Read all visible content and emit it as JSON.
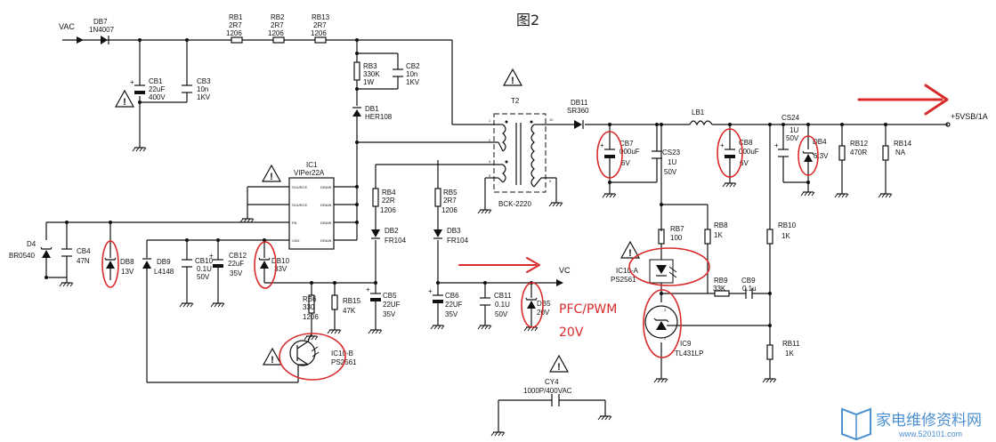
{
  "diagram": {
    "title": "图2",
    "input_label": "VAC",
    "output_label": "+5VSB/1A",
    "vc_label": "VC",
    "annotations": {
      "pfc_pwm": "PFC/PWM",
      "voltage": "20V"
    },
    "colors": {
      "annotation": "#d92b2b",
      "line": "#111111",
      "watermark": "#4a8fd0"
    },
    "watermark": {
      "main": "家电维修资料网",
      "sub": "www.520101.com"
    },
    "components": {
      "db7": [
        "DB7",
        "1N4007"
      ],
      "rb1": [
        "RB1",
        "2R7",
        "1206"
      ],
      "rb2": [
        "RB2",
        "2R7",
        "1206"
      ],
      "rb13": [
        "RB13",
        "2R7",
        "1206"
      ],
      "cb1": [
        "CB1",
        "22uF",
        "400V"
      ],
      "cb3": [
        "CB3",
        "10n",
        "1KV"
      ],
      "rb3": [
        "RB3",
        "330K",
        "1W"
      ],
      "cb2": [
        "CB2",
        "10n",
        "1KV"
      ],
      "db1": [
        "DB1",
        "HER108"
      ],
      "t2": [
        "T2",
        "BCK-2220"
      ],
      "db11": [
        "DB11",
        "SR360"
      ],
      "cb7": [
        "CB7",
        "000uF",
        "6V"
      ],
      "cs23": [
        "CS23",
        "1U",
        "50V"
      ],
      "lb1": [
        "LB1"
      ],
      "cb8": [
        "CB8",
        "000uF",
        "6V"
      ],
      "cs24": [
        "CS24",
        "1U",
        "50V"
      ],
      "db4": [
        "DB4",
        "6.3V"
      ],
      "rb12": [
        "RB12",
        "470R"
      ],
      "rb14": [
        "RB14",
        "NA"
      ],
      "ic1": [
        "IC1",
        "VIPer22A"
      ],
      "ic1_pins": [
        "SOURCE",
        "SOURCE",
        "FB",
        "VDD",
        "DRAIN",
        "DRAIN",
        "DRAIN",
        "DRAIN"
      ],
      "rb4": [
        "RB4",
        "22R",
        "1206"
      ],
      "rb5": [
        "RB5",
        "2R7",
        "1206"
      ],
      "db2": [
        "DB2",
        "FR104"
      ],
      "db3": [
        "DB3",
        "FR104"
      ],
      "d4": [
        "D4",
        "BR0540"
      ],
      "cb4": [
        "CB4",
        "47N"
      ],
      "db8": [
        "DB8",
        "13V"
      ],
      "db9": [
        "DB9",
        "L4148"
      ],
      "cb10": [
        "CB10",
        "0.1U",
        "50V"
      ],
      "cb12": [
        "CB12",
        "22uF",
        "35V"
      ],
      "db10": [
        "DB10",
        "33V"
      ],
      "rb6": [
        "RB6",
        "330",
        "1206"
      ],
      "rb15": [
        "RB15",
        "47K"
      ],
      "cb5": [
        "CB5",
        "22UF",
        "35V"
      ],
      "cb6": [
        "CB6",
        "22UF",
        "35V"
      ],
      "cb11": [
        "CB11",
        "0.1U",
        "50V"
      ],
      "db5": [
        "DB5",
        "20V"
      ],
      "ic10b": [
        "IC10-B",
        "PS2561"
      ],
      "ic10a": [
        "IC10-A",
        "PS2561"
      ],
      "rb7": [
        "RB7",
        "100"
      ],
      "rb8": [
        "RB8",
        "1K"
      ],
      "rb9": [
        "RB9",
        "33K"
      ],
      "cb9": [
        "CB9",
        "0.1u"
      ],
      "rb10": [
        "RB10",
        "1K"
      ],
      "rb11": [
        "RB11",
        "1K"
      ],
      "ic9": [
        "IC9",
        "TL431LP"
      ],
      "cy4": [
        "CY4",
        "1000P/400VAC"
      ]
    },
    "pin_numbers": [
      "1",
      "2",
      "4",
      "5",
      "10",
      "9",
      "3",
      "2"
    ]
  }
}
